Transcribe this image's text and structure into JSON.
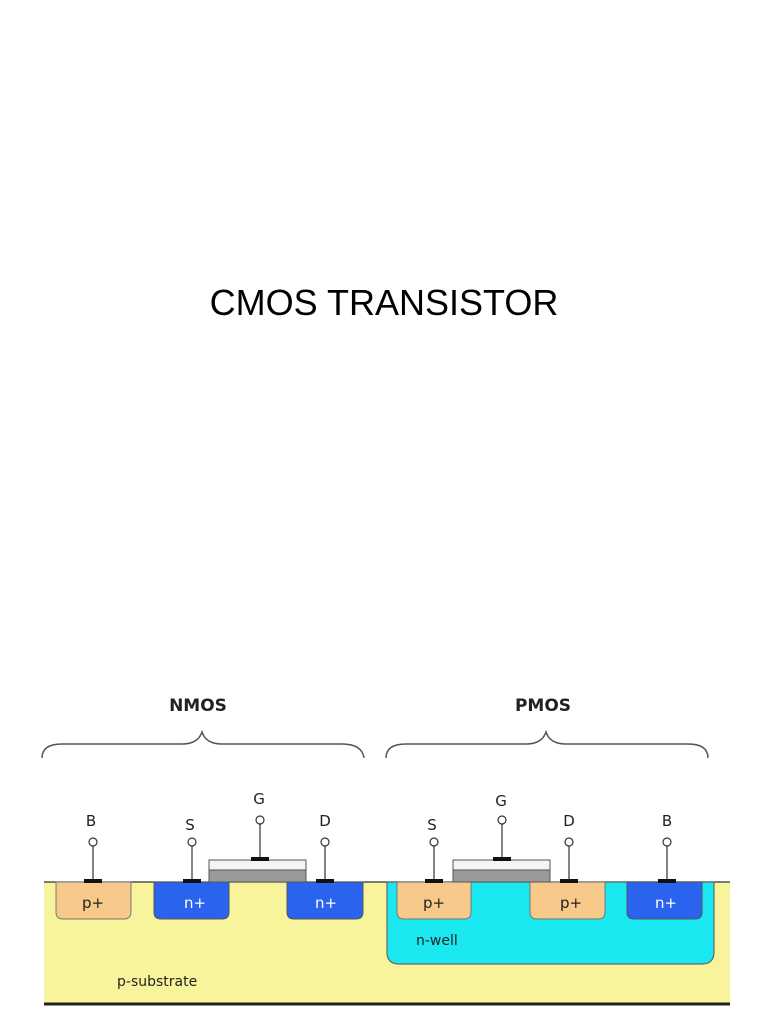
{
  "slide": {
    "title": "CMOS TRANSISTOR"
  },
  "diagram": {
    "groups": {
      "nmos": "NMOS",
      "pmos": "PMOS"
    },
    "terminals": {
      "nmos_b": "B",
      "nmos_s": "S",
      "nmos_g": "G",
      "nmos_d": "D",
      "pmos_s": "S",
      "pmos_g": "G",
      "pmos_d": "D",
      "pmos_b": "B"
    },
    "regions": {
      "nmos_body": "p+",
      "nmos_source": "n+",
      "nmos_drain": "n+",
      "pmos_source": "p+",
      "pmos_drain": "p+",
      "pmos_body": "n+",
      "well": "n-well",
      "substrate": "p-substrate"
    },
    "colors": {
      "substrate": "#f8f49c",
      "well": "#1ae8f0",
      "p_plus": "#f7c98b",
      "n_plus": "#2a63ee",
      "gate_oxide": "#9a9a9a",
      "gate_poly": "#f4f4f4"
    }
  }
}
